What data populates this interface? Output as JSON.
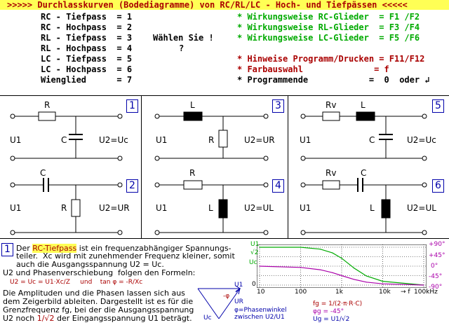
{
  "title": ">>>>> Durchlasskurven (Bodediagramme) von RC/RL/LC - Hoch- und Tiefpässen <<<<<",
  "menu_left": [
    "RC - Tiefpass  = 1",
    "RC - Hochpass  = 2",
    "RL - Tiefpass  = 3",
    "RL - Hochpass  = 4",
    "LC - Tiefpass  = 5",
    "LC - Hochpass  = 6",
    "Wienglied      = 7"
  ],
  "prompt": {
    "label": "Wählen Sie !",
    "cursor": "?"
  },
  "menu_right_green": [
    "* Wirkungsweise RC-Glieder  = F1 /F2",
    "* Wirkungsweise RL-Glieder  = F3 /F4",
    "* Wirkungsweise LC-Glieder  = F5 /F6"
  ],
  "menu_right_red": [
    "* Hinweise Programm/Drucken = F11/F12",
    "* Farbauswahl              = f"
  ],
  "menu_right_black": "* Programmende            =  0  oder ↲",
  "circuits": [
    {
      "num": "1",
      "series": "R",
      "shunt": "C",
      "out": "U2=Uc",
      "in": "U1"
    },
    {
      "num": "2",
      "series": "C",
      "shunt": "R",
      "out": "U2=UR",
      "in": "U1"
    },
    {
      "num": "3",
      "series": "L",
      "shunt": "R",
      "out": "U2=UR",
      "in": "U1"
    },
    {
      "num": "4",
      "series": "R",
      "shunt": "L",
      "out": "U2=UL",
      "in": "U1"
    },
    {
      "num": "5",
      "series1": "Rv",
      "series2": "L",
      "shunt": "C",
      "out": "U2=Uc",
      "in": "U1"
    },
    {
      "num": "6",
      "series1": "Rv",
      "series2": "C",
      "shunt": "L",
      "out": "U2=UL",
      "in": "U1"
    }
  ],
  "info": {
    "num": "1",
    "pre": "Der ",
    "highlight": "RC-Tiefpass",
    "line1_rest": " ist ein frequenzabhängiger Spannungs-",
    "line2": "teiler.  Xc wird mit zunehmender Frequenz kleiner, somit",
    "line3": "auch die Ausgangsspannung U2 = Uc.",
    "line4": "U2 und Phasenverschiebung  folgen den Formeln:",
    "formula": "U2 = Uc = U1·Xc/Z     und    tan φ = -R/Xc",
    "line5": "Die Amplituden und die Phasen lassen sich aus",
    "line6": "dem Zeigerbild ableiten. Dargestellt ist es für die",
    "line7": "Grenzfrequenz fg, bei der die Ausgangsspannung",
    "line8_a": "U2 noch ",
    "line8_b": "1/√2",
    "line8_c": " der Eingangsspannung U1 beträgt."
  },
  "phasor": {
    "u1": "U1",
    "ur": "UR",
    "uc": "Uc",
    "phi": "-φ",
    "phi_def1": "φ=Phasenwinkel",
    "phi_def2": "zwischen U2/U1"
  },
  "chart_labels": {
    "u1": "U1",
    "u1_div": "√2",
    "uc": "Uc",
    "zero": "0",
    "x_ticks": [
      "10",
      "100",
      "1k",
      "10k",
      "100kHz"
    ],
    "x_arrow": "→ f",
    "right_ticks": [
      "+90°",
      "+45°",
      "0°",
      "-45°",
      "-90°"
    ]
  },
  "chart_data": {
    "type": "line",
    "x_scale": "log",
    "xlim": [
      10,
      100000
    ],
    "x_ticks": [
      10,
      100,
      1000,
      10000,
      100000
    ],
    "series": [
      {
        "name": "Uc",
        "color": "#00aa00",
        "axis": "left",
        "x": [
          10,
          100,
          300,
          600,
          1000,
          2000,
          4000,
          10000,
          100000
        ],
        "values": [
          1.0,
          1.0,
          0.95,
          0.85,
          0.71,
          0.45,
          0.24,
          0.1,
          0.0
        ]
      },
      {
        "name": "phi",
        "color": "#aa00aa",
        "axis": "right",
        "x": [
          10,
          100,
          300,
          600,
          1000,
          2000,
          4000,
          10000,
          100000
        ],
        "values": [
          0,
          -6,
          -17,
          -31,
          -45,
          -63,
          -76,
          -84,
          -90
        ]
      }
    ],
    "cutoff_frequency_label": "fg",
    "grid": true
  },
  "legend": {
    "fg": "fg = 1/(2·π·R·C)",
    "phig": "φg = -45°",
    "ug": "Ug = U1/√2"
  }
}
